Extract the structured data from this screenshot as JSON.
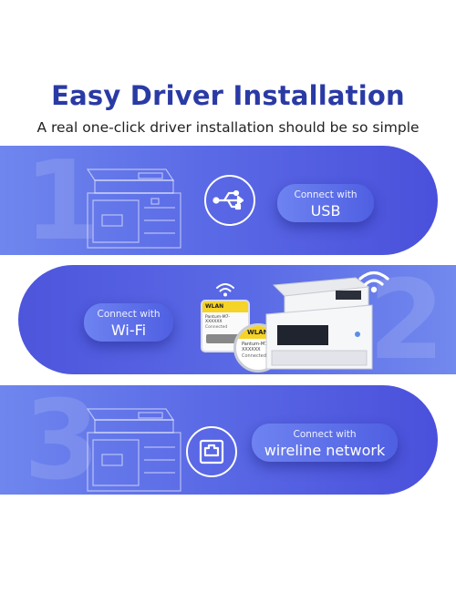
{
  "header": {
    "title": "Easy Driver Installation",
    "subtitle": "A real one-click driver installation should be so simple"
  },
  "sections": [
    {
      "number": "1",
      "connect_label": "Connect with",
      "method": "USB",
      "icon": "usb-icon"
    },
    {
      "number": "2",
      "connect_label": "Connect with",
      "method": "Wi-Fi",
      "icon": "wifi-icon",
      "phone": {
        "wlan_label": "WLAN",
        "device_name": "Pantum-M7-XXXXXX",
        "status": "Connected"
      }
    },
    {
      "number": "3",
      "connect_label": "Connect with",
      "method": "wireline network",
      "icon": "ethernet-icon"
    }
  ],
  "colors": {
    "title": "#2a3aa5",
    "band_light": "#6f86ee",
    "band_dark": "#4a50db",
    "accent_yellow": "#f5d327"
  }
}
